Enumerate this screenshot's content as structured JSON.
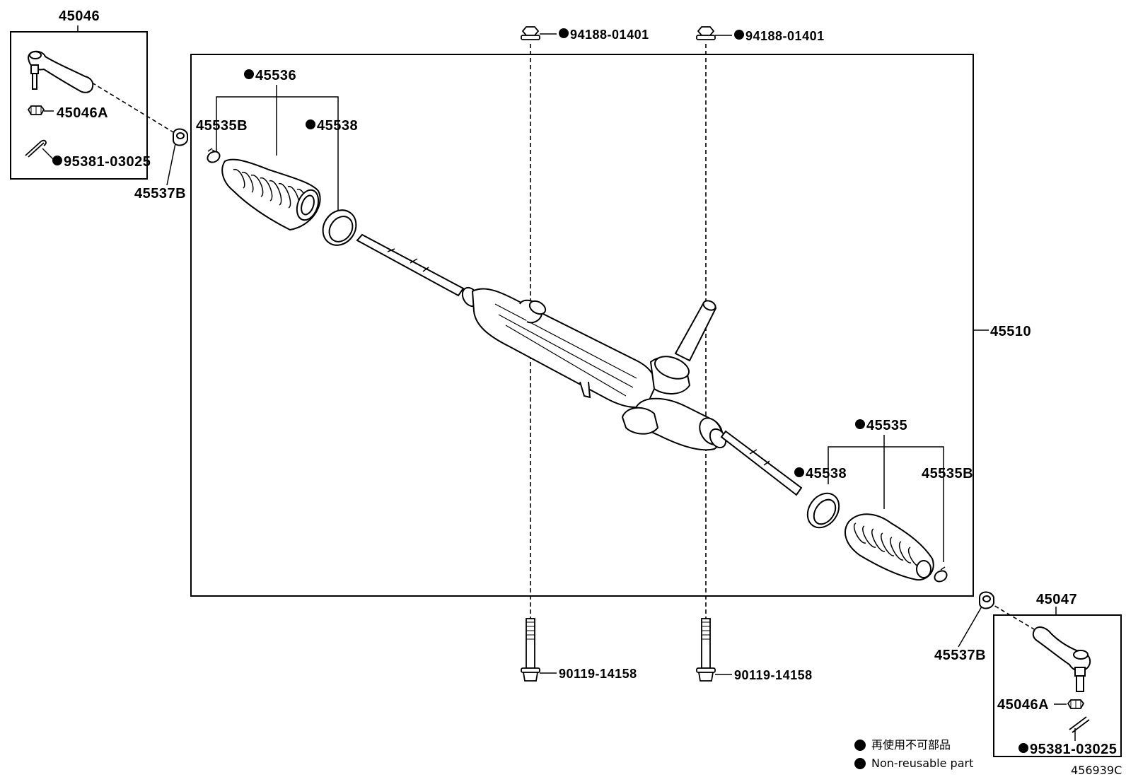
{
  "labels": {
    "tie_rod_end_lh": "45046",
    "tie_rod_end_rh": "45047",
    "nut": "45046A",
    "cotter_pin": "95381-03025",
    "dust_cover": "45537B",
    "boot_lh": "45536",
    "boot_rh": "45535",
    "clip_small": "45535B",
    "clamp": "45538",
    "gear_assy": "45510",
    "nut_upper": "94188-01401",
    "bolt_lower": "90119-14158"
  },
  "legend": {
    "japanese": "再使用不可部品",
    "english": "Non-reusable part"
  },
  "illustration_id": "456939C"
}
